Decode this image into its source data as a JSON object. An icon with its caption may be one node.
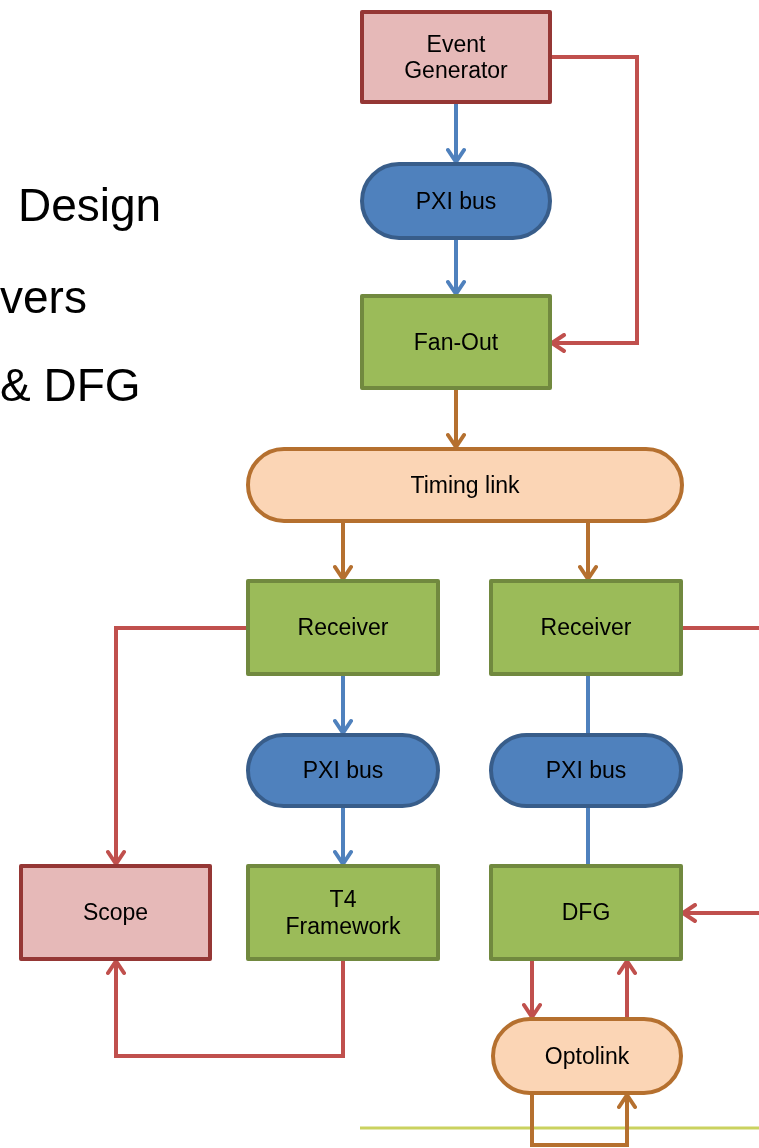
{
  "diagram": {
    "nodes": [
      {
        "text": [
          "Event Generator"
        ]
      },
      {
        "text": [
          "PXI bus"
        ]
      },
      {
        "text": [
          "Fan-Out"
        ]
      },
      {
        "text": [
          "Timing link"
        ]
      },
      {
        "text": [
          "Receiver"
        ]
      },
      {
        "text": [
          "Receiver"
        ]
      },
      {
        "text": [
          "PXI bus"
        ]
      },
      {
        "text": [
          "PXI bus"
        ]
      },
      {
        "text": [
          "Scope"
        ]
      },
      {
        "text": [
          "T4 Framework"
        ]
      },
      {
        "text": [
          "DFG"
        ]
      },
      {
        "text": [
          "Optolink"
        ]
      }
    ],
    "edges": [
      {
        "from": 0,
        "to": 1,
        "arrow": "to",
        "color": "#4f81bd"
      },
      {
        "from": 1,
        "to": 2,
        "arrow": "to",
        "color": "#4f81bd"
      },
      {
        "from": 0,
        "to": 2,
        "arrow": "to",
        "color": "#c0504d"
      },
      {
        "from": 2,
        "to": 3,
        "arrow": "to",
        "color": "#b5702f"
      },
      {
        "from": 3,
        "to": 4,
        "arrow": "to",
        "color": "#b5702f"
      },
      {
        "from": 3,
        "to": 5,
        "arrow": "to",
        "color": "#b5702f"
      },
      {
        "from": 4,
        "to": 6,
        "arrow": "to",
        "color": "#4f81bd"
      },
      {
        "from": 6,
        "to": 9,
        "arrow": "to",
        "color": "#4f81bd"
      },
      {
        "from": 5,
        "to": 7,
        "arrow": "none",
        "color": "#4f81bd"
      },
      {
        "from": 7,
        "to": 10,
        "arrow": "none",
        "color": "#4f81bd"
      },
      {
        "from": 4,
        "to": 8,
        "arrow": "to",
        "color": "#c0504d"
      },
      {
        "from": 9,
        "to": 8,
        "arrow": "to",
        "color": "#c0504d"
      },
      {
        "from": 5,
        "to": null,
        "arrow": "none",
        "color": "#c0504d"
      },
      {
        "from": null,
        "to": 10,
        "arrow": "to",
        "color": "#c0504d"
      },
      {
        "from": 10,
        "to": 11,
        "arrow": "to",
        "color": "#c0504d"
      },
      {
        "from": 11,
        "to": 10,
        "arrow": "to",
        "color": "#c0504d"
      },
      {
        "from": 11,
        "to": 11,
        "arrow": "to",
        "color": "#b5702f"
      }
    ],
    "labels": [
      "Design",
      "vers",
      "& DFG"
    ]
  }
}
